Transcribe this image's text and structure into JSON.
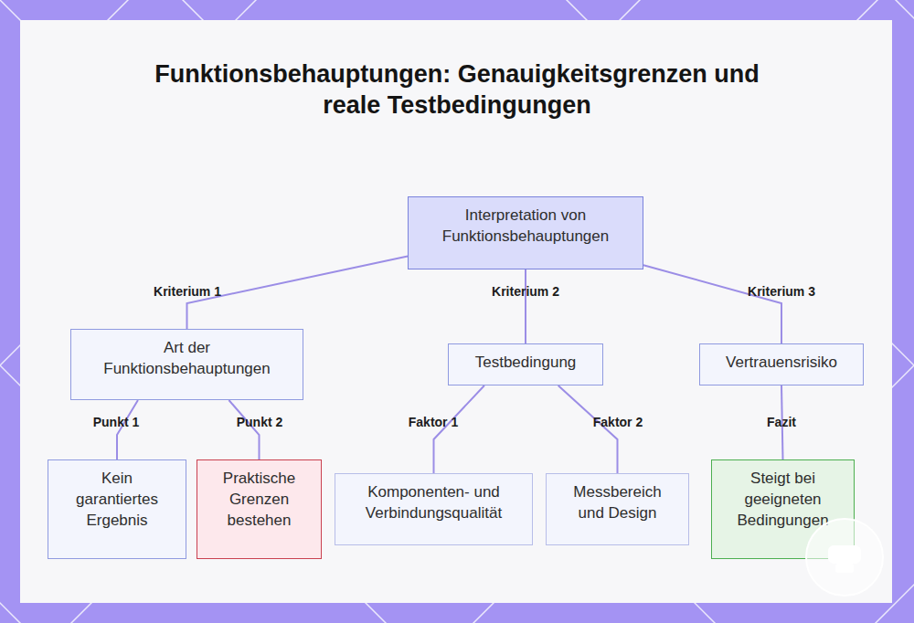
{
  "diagram": {
    "title": "Funktionsbehauptungen: Genauigkeitsgrenzen und reale Testbedingungen",
    "nodes": [
      {
        "text": [
          "Interpretation von Funktionsbehauptungen"
        ]
      },
      {
        "text": [
          "Art der Funktionsbehauptungen"
        ]
      },
      {
        "text": [
          "Testbedingung"
        ]
      },
      {
        "text": [
          "Vertrauensrisiko"
        ]
      },
      {
        "text": [
          "Kein garantiertes Ergebnis"
        ]
      },
      {
        "text": [
          "Praktische Grenzen bestehen"
        ]
      },
      {
        "text": [
          "Komponenten- und Verbindungsqualität"
        ]
      },
      {
        "text": [
          "Messbereich und Design"
        ]
      },
      {
        "text": [
          "Steigt bei geeigneten Bedingungen"
        ]
      }
    ],
    "edges": [
      {
        "from": 0,
        "to": 1,
        "arrow": "none",
        "label": "Kriterium 1"
      },
      {
        "from": 0,
        "to": 2,
        "arrow": "none",
        "label": "Kriterium 2"
      },
      {
        "from": 0,
        "to": 3,
        "arrow": "none",
        "label": "Kriterium 3"
      },
      {
        "from": 1,
        "to": 4,
        "arrow": "none",
        "label": "Punkt 1"
      },
      {
        "from": 1,
        "to": 5,
        "arrow": "none",
        "label": "Punkt 2"
      },
      {
        "from": 2,
        "to": 6,
        "arrow": "none",
        "label": "Faktor 1"
      },
      {
        "from": 2,
        "to": 7,
        "arrow": "none",
        "label": "Faktor 2"
      },
      {
        "from": 3,
        "to": 8,
        "arrow": "none",
        "label": "Fazit"
      }
    ]
  }
}
